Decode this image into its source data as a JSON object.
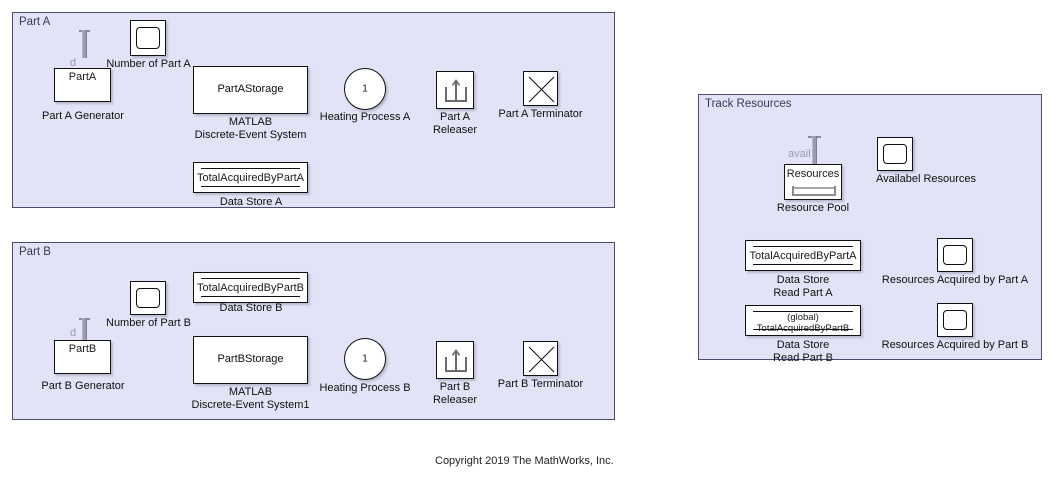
{
  "model": {
    "background_color": "#ffffff",
    "subsystem_fill": "#e3e3f7",
    "subsystem_border": "#4b4b6e",
    "block_fill": "#ffffff",
    "block_border": "#101010",
    "probe_color": "#9a9ab0"
  },
  "subsystems": [
    {
      "id": "part-a",
      "title": "Part A"
    },
    {
      "id": "part-b",
      "title": "Part B"
    },
    {
      "id": "track-resources",
      "title": "Track Resources"
    }
  ],
  "part_a": {
    "generator": {
      "name": "PartA",
      "caption": "Part A Generator",
      "probe_label": "d"
    },
    "scope_count": {
      "caption": "Number of Part A"
    },
    "storage": {
      "name": "PartAStorage",
      "caption": "MATLAB\nDiscrete-Event System"
    },
    "server": {
      "value": "1",
      "caption": "Heating Process A"
    },
    "releaser": {
      "caption": "Part A\nReleaser"
    },
    "terminator": {
      "caption": "Part A Terminator"
    },
    "data_store": {
      "name": "TotalAcquiredByPartA",
      "caption": "Data Store A"
    }
  },
  "part_b": {
    "generator": {
      "name": "PartB",
      "caption": "Part B Generator",
      "probe_label": "d"
    },
    "scope_count": {
      "caption": "Number of Part B"
    },
    "storage": {
      "name": "PartBStorage",
      "caption": "MATLAB\nDiscrete-Event System1"
    },
    "server": {
      "value": "1",
      "caption": "Heating Process B"
    },
    "releaser": {
      "caption": "Part B\nReleaser"
    },
    "terminator": {
      "caption": "Part B Terminator"
    },
    "data_store": {
      "name": "TotalAcquiredByPartB",
      "caption": "Data Store B"
    }
  },
  "track_resources": {
    "resource_pool": {
      "name": "Resources",
      "caption": "Resource Pool",
      "probe_label": "avail"
    },
    "scope_available": {
      "caption": "Availabel Resources"
    },
    "ds_read_a": {
      "name": "TotalAcquiredByPartA",
      "caption": "Data Store\nRead Part A"
    },
    "scope_acquired_a": {
      "caption": "Resources Acquired by Part A"
    },
    "ds_read_b": {
      "scope": "(global)",
      "name": "TotalAcquiredByPartB",
      "caption": "Data Store\nRead Part B"
    },
    "scope_acquired_b": {
      "caption": "Resources Acquired by Part B"
    }
  },
  "footer": {
    "copyright": "Copyright 2019 The MathWorks, Inc."
  }
}
